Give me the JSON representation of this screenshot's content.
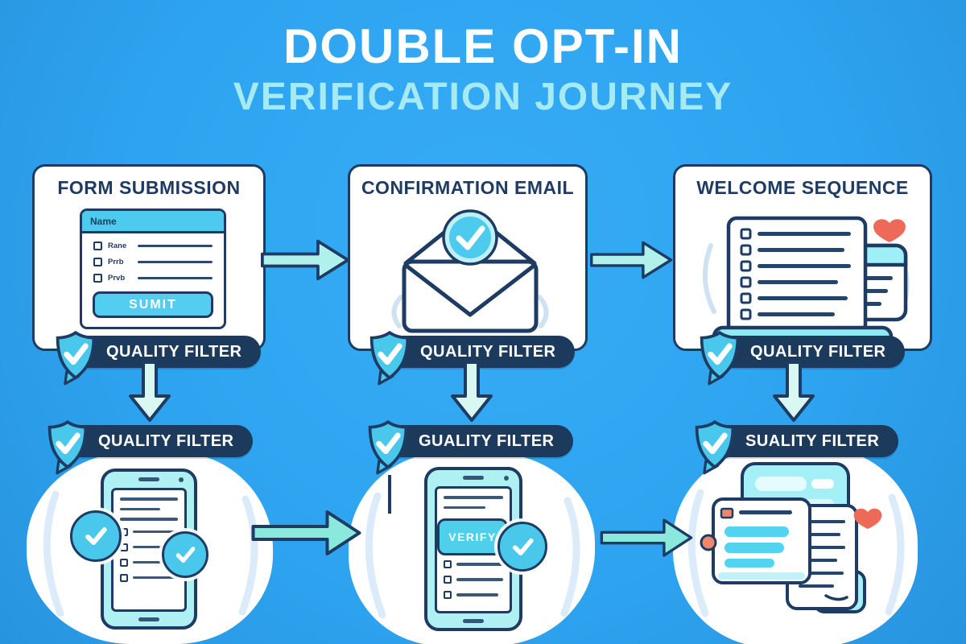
{
  "title": {
    "line1": "DOUBLE OPT-IN",
    "line2": "VERIFICATION JOURNEY"
  },
  "colors": {
    "background": "#2EA4F0",
    "navy": "#1E3C63",
    "cyan": "#4CCBEE",
    "light_cyan": "#AFF0F2",
    "subtitle": "#A6EAF3",
    "badge_navy": "#1C3A5C",
    "arrow_top": "#B0F1EC",
    "arrow_bottom": "#8BE8DC",
    "arrow_down": "#D9F8F1",
    "heart_coral": "#EC6A57",
    "shield_cyan": "#49C8EC"
  },
  "stages": [
    {
      "title": "FORM SUBMISSION",
      "filter_badge": "QUALITY FILTER",
      "icon": "signup-form-illustration"
    },
    {
      "title": "CONFIRMATION EMAIL",
      "filter_badge": "QUALITY FILTER",
      "icon": "envelope-verified-illustration"
    },
    {
      "title": "WELCOME SEQUENCE",
      "filter_badge": "QUALITY FILTER",
      "icon": "welcome-checklist-illustration"
    }
  ],
  "form": {
    "header": "Name",
    "fields": [
      "Rane",
      "Prrb",
      "Prvb"
    ],
    "submit_label": "SUMIT"
  },
  "second_row": [
    {
      "filter_badge": "QUALITY FILTER",
      "icon": "phone-checklist-illustration"
    },
    {
      "filter_badge": "GUALITY FILTER",
      "icon": "phone-verify-illustration",
      "verify_label": "VERIFY"
    },
    {
      "filter_badge": "SUALITY FILTER",
      "icon": "chat-welcome-illustration"
    }
  ]
}
